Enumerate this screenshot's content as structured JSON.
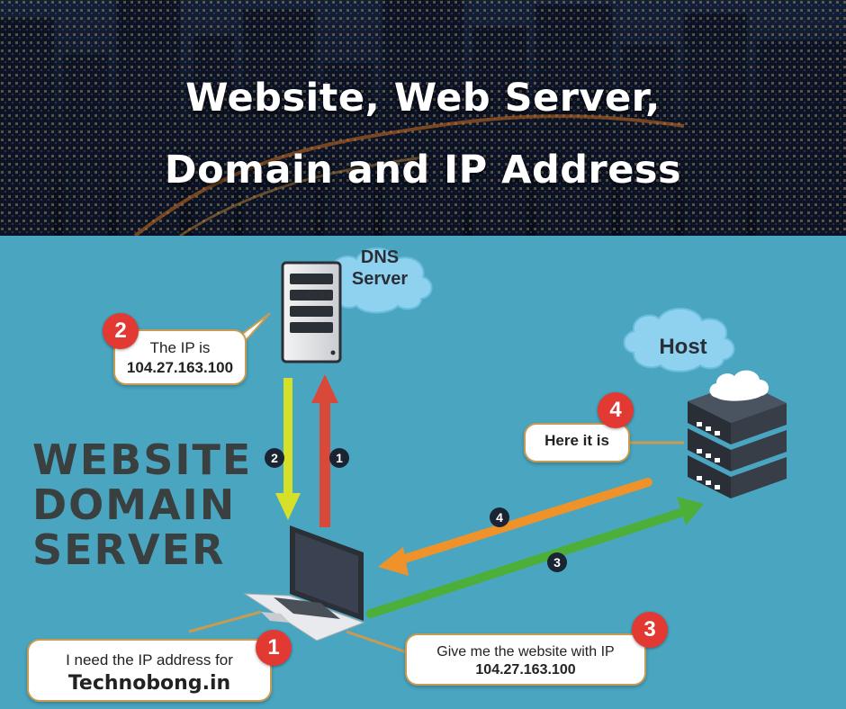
{
  "header": {
    "title_line1": "Website, Web Server,",
    "title_line2": "Domain and IP Address"
  },
  "diagram": {
    "big_text": [
      "WEBSITE",
      "DOMAIN",
      "SERVER"
    ],
    "dns_label_1": "DNS",
    "dns_label_2": "Server",
    "host_label": "Host",
    "callout_ip_line1": "The IP is",
    "callout_ip_line2": "104.27.163.100",
    "callout_here": "Here it is",
    "callout_need_line1": "I need the IP address for",
    "callout_need_line2": "Technobong.in",
    "callout_give_line1": "Give me the website with IP",
    "callout_give_line2": "104.27.163.100",
    "badges": [
      "1",
      "2",
      "3",
      "4"
    ],
    "steps": [
      "1",
      "2",
      "3",
      "4"
    ]
  },
  "colors": {
    "panel_background": "#4aa6c0",
    "badge": "#e23a33",
    "arrow_yellow": "#d6e02a",
    "arrow_red": "#d9493a",
    "arrow_orange": "#f0922a",
    "arrow_green": "#4caf3a"
  }
}
